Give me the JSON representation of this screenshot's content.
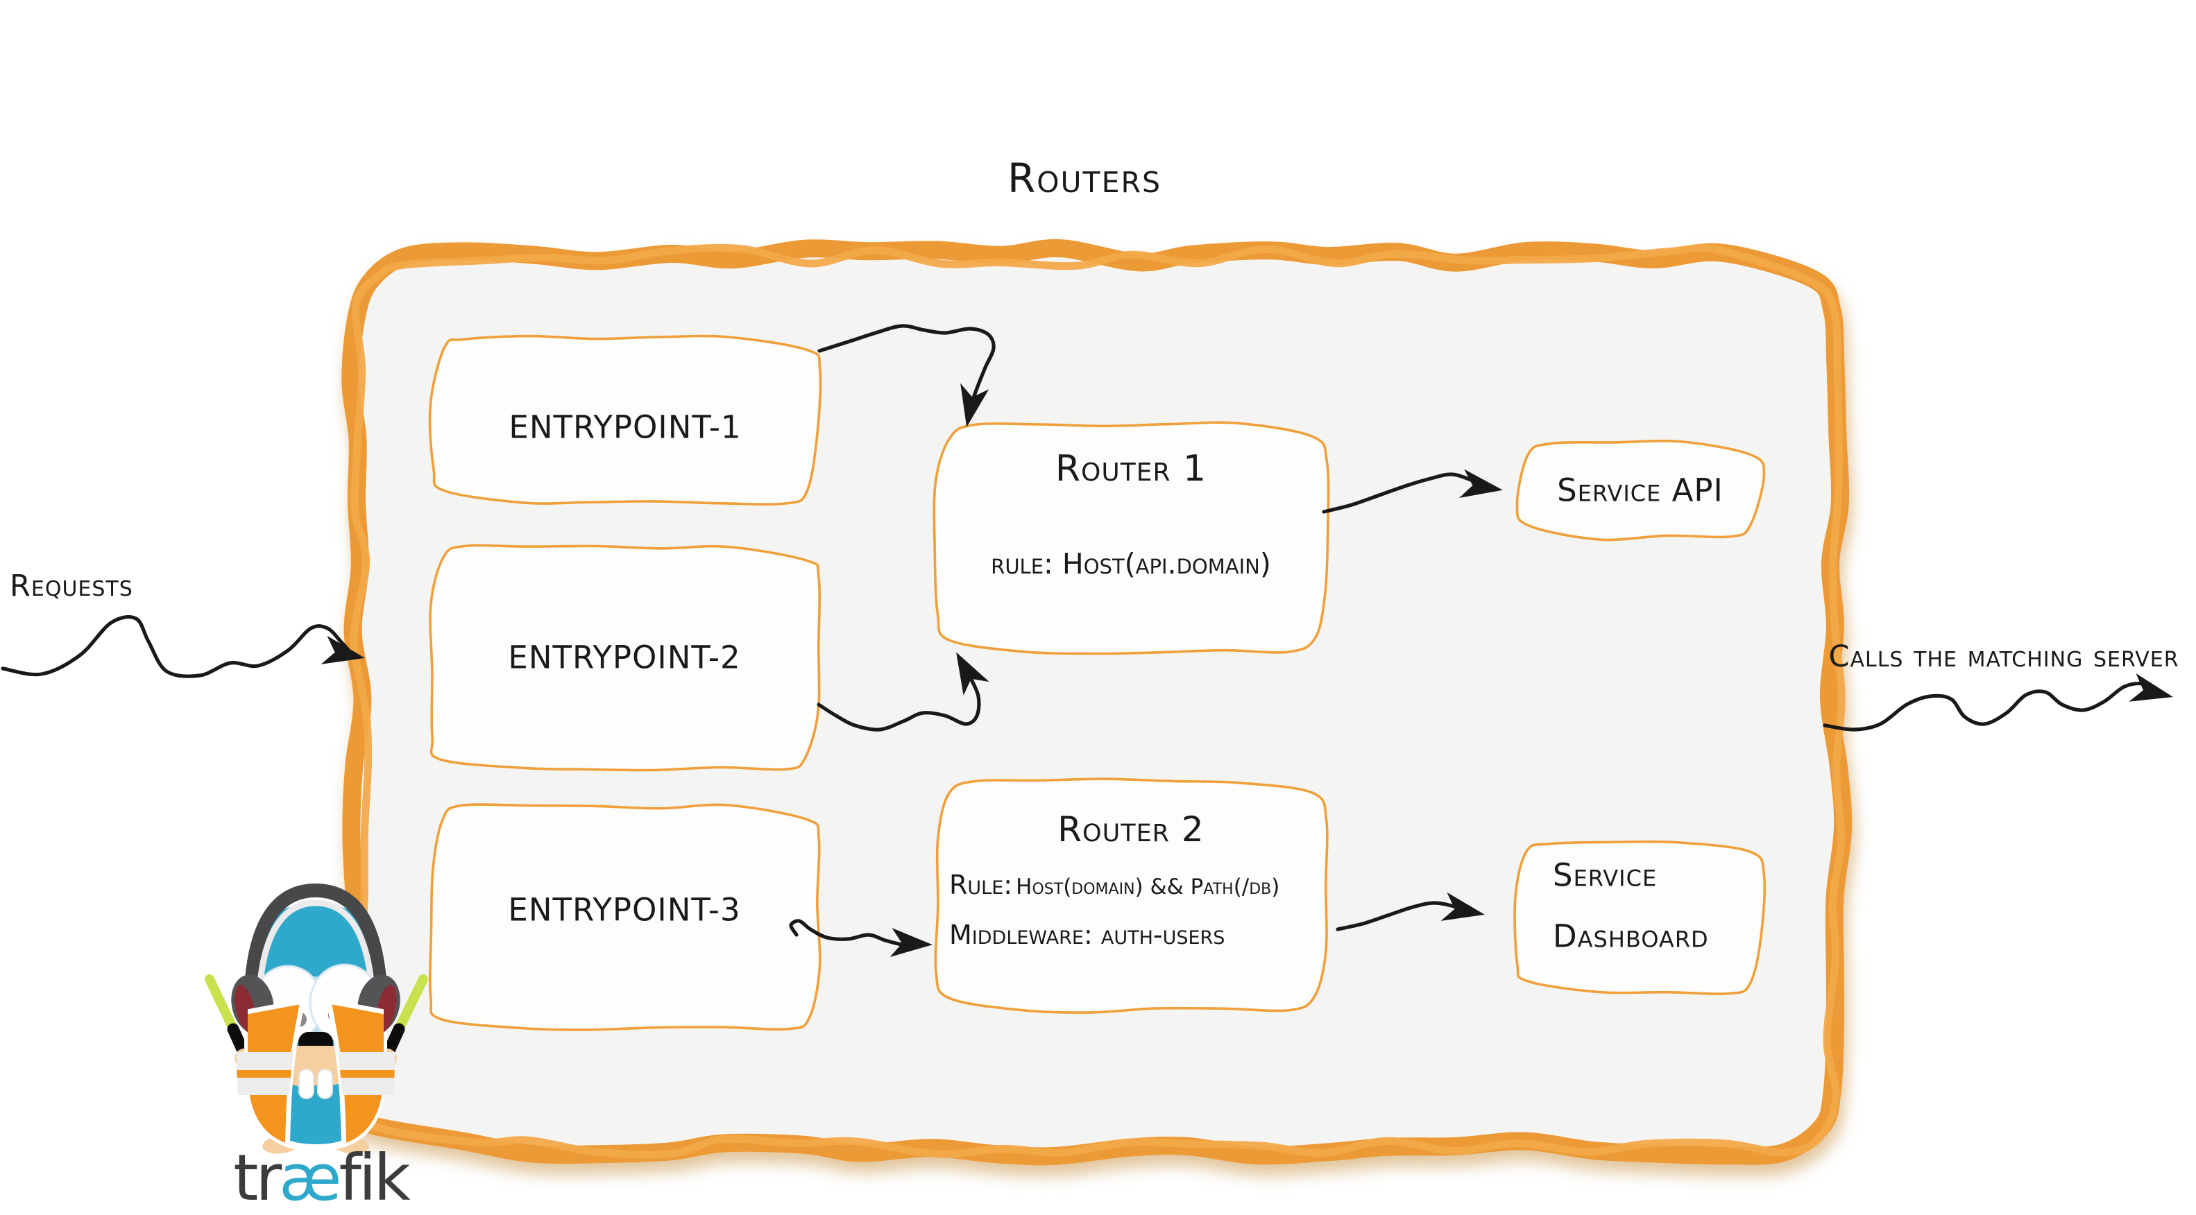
{
  "title": "Routers",
  "side_labels": {
    "requests": "Requests",
    "calls": "Calls the matching server"
  },
  "entrypoints": [
    {
      "label": "entrypoint-1"
    },
    {
      "label": "entrypoint-2"
    },
    {
      "label": "entrypoint-3"
    }
  ],
  "routers": [
    {
      "title": "Router 1",
      "rule_label": "rule:",
      "rule_value": "Host(api.domain)"
    },
    {
      "title": "Router 2",
      "rule_label": "Rule:",
      "rule_value": "Host(domain) && Path(/db)",
      "middleware_label": "Middleware:",
      "middleware_value": "auth-users"
    }
  ],
  "services": [
    {
      "lines": [
        "Service API"
      ]
    },
    {
      "lines": [
        "Service",
        "Dashboard"
      ]
    }
  ],
  "logo": {
    "prefix": "tr",
    "ligature": "æ",
    "suffix": "fik"
  },
  "colors": {
    "border_orange": "#ec9a35",
    "border_orange_light": "#f3a94a",
    "box_stroke_orange": "#efa03a",
    "panel_gray": "#f4f4f3",
    "ink_black": "#191919",
    "brand_blue": "#2fa9cb",
    "vest_orange": "#f2941e",
    "baton_green": "#c7e24e",
    "headphone_gray": "#545456",
    "headphone_maroon": "#8c2b33",
    "fur_beige": "#f6cfa1"
  }
}
